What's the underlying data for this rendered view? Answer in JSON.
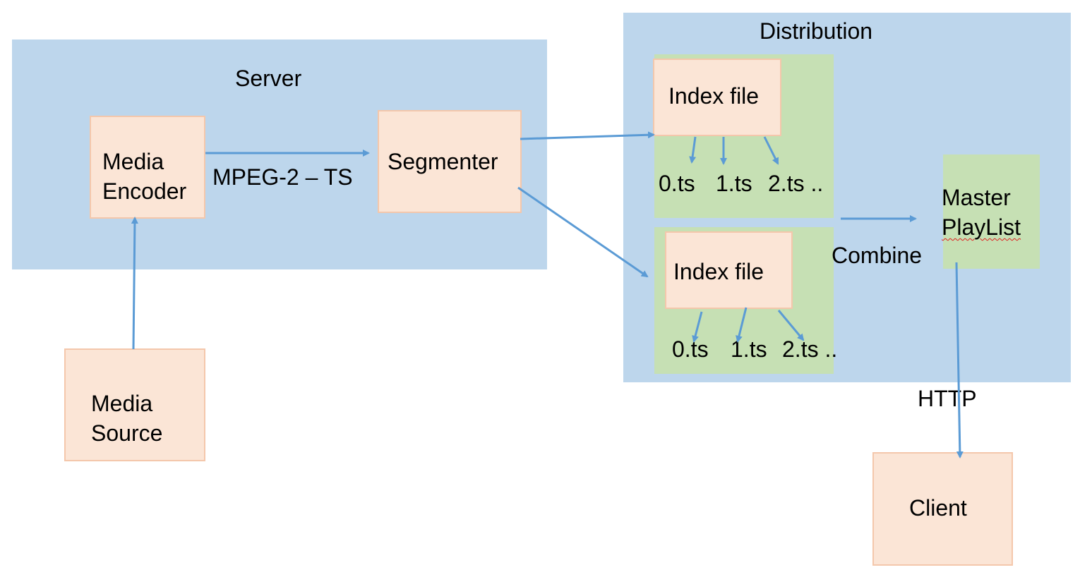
{
  "regions": {
    "server": {
      "title": "Server"
    },
    "distribution": {
      "title": "Distribution"
    }
  },
  "nodes": {
    "media_encoder": {
      "line1": "Media",
      "line2": "Encoder"
    },
    "segmenter": {
      "label": "Segmenter"
    },
    "media_source": {
      "line1": "Media",
      "line2": "Source"
    },
    "index_file_1": {
      "label": "Index file"
    },
    "index_file_2": {
      "label": "Index file"
    },
    "master_playlist": {
      "line1": "Master",
      "line2": "PlayList"
    },
    "client": {
      "label": "Client"
    }
  },
  "segments_1": [
    "0.ts",
    "1.ts",
    "2.ts .."
  ],
  "segments_2": [
    "0.ts",
    "1.ts",
    "2.ts .."
  ],
  "edge_labels": {
    "mpeg": "MPEG-2 – TS",
    "combine": "Combine",
    "http": "HTTP"
  },
  "colors": {
    "region": "#bdd6ec",
    "group": "#c6e0b4",
    "node_fill": "#fbe5d6",
    "node_border": "#f4c7ab",
    "arrow": "#5b9bd5"
  }
}
